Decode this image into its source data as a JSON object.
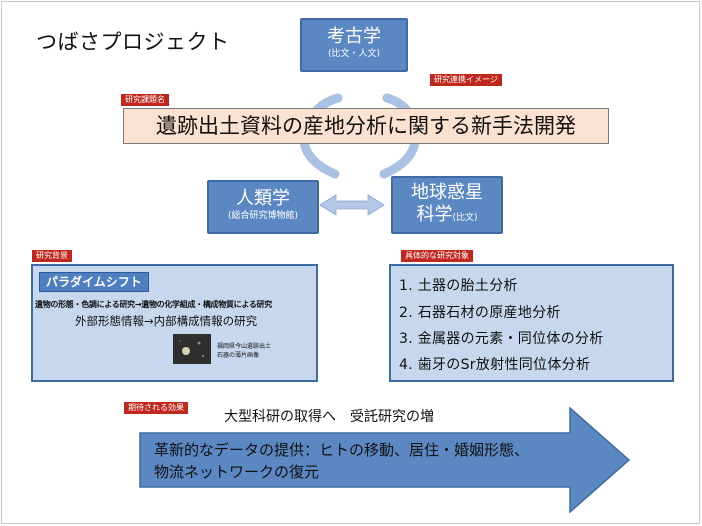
{
  "title": "つばさプロジェクト",
  "nodes": {
    "archaeology": {
      "label": "考古学",
      "sub": "(比文・人文)"
    },
    "anthropology": {
      "label": "人類学",
      "sub": "(総合研究博物館)"
    },
    "earth_science": {
      "label_line1": "地球惑星",
      "label_line2": "科学",
      "sub": "(比文)"
    }
  },
  "tags": {
    "image": "研究連携イメージ",
    "project_name": "研究課題名",
    "background": "研究背景",
    "targets": "具体的な研究対象",
    "expected": "期待される効果"
  },
  "project_title": "遺跡出土資料の産地分析に関する新手法開発",
  "background": {
    "label": "パラダイムシフト",
    "line1": "遺物の形態・色調による研究→遺物の化学組成・構成物質による研究",
    "line2": "外部形態情報→内部構成情報の研究",
    "photo_caption_line1": "福岡県今山遺跡出土",
    "photo_caption_line2": "石器の薄片画像"
  },
  "targets": [
    "1. 土器の胎土分析",
    "2. 石器石材の原産地分析",
    "3. 金属器の元素・同位体の分析",
    "4. 歯牙のSr放射性同位体分析"
  ],
  "expected": {
    "headline": "大型科研の取得へ　受託研究の増",
    "arrow_line1": "革新的なデータの提供：ヒトの移動、居住・婚姻形態、",
    "arrow_line2": "物流ネットワークの復元"
  },
  "colors": {
    "node_fill": "#5b88c3",
    "panel_fill": "#c6d7ee",
    "banner_fill": "#fbe1cf",
    "tag_red": "#c0281e",
    "arc_color": "#a9c2e3"
  }
}
